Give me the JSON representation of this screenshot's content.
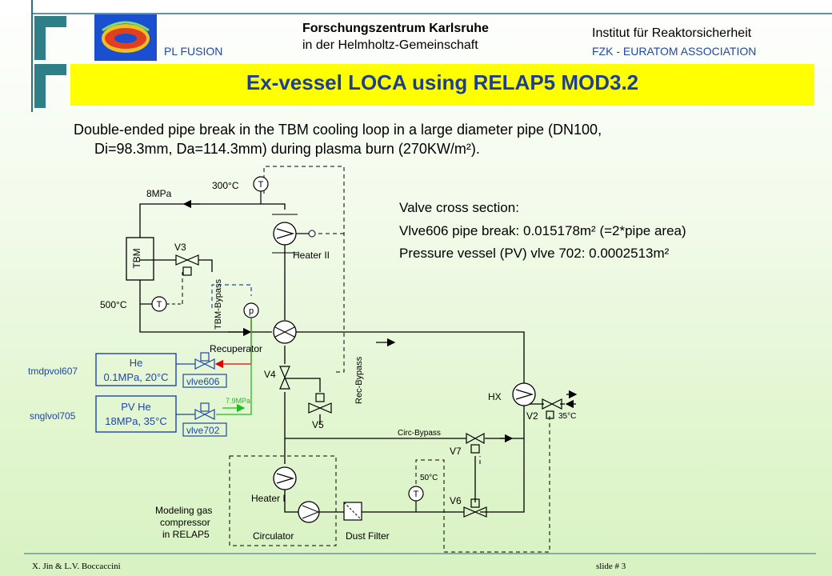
{
  "header": {
    "org_line1": "Forschungszentrum Karlsruhe",
    "org_line2": "in der Helmholtz-Gemeinschaft",
    "institute": "Institut für Reaktorsicherheit",
    "association": "FZK - EURATOM ASSOCIATION",
    "pl_fusion": "PL FUSION"
  },
  "title": "Ex-vessel LOCA using RELAP5 MOD3.2",
  "description": {
    "line1": "Double-ended pipe break in the TBM cooling loop in a large diameter pipe (DN100,",
    "line2": "Di=98.3mm, Da=114.3mm) during plasma burn (270KW/m²)."
  },
  "valve_info": {
    "heading": "Valve cross section:",
    "line1": "Vlve606 pipe break: 0.015178m² (=2*pipe area)",
    "line2": "Pressure vessel (PV) vlve 702: 0.0002513m²"
  },
  "diagram": {
    "pressure_top": "8MPa",
    "temp_top": "300°C",
    "temp_tbm": "500°C",
    "temp_hx": "35°C",
    "temp_filter": "50°C",
    "pressure_pv": "7.9MPa",
    "sensor_t": "T",
    "sensor_p": "p",
    "tbm": "TBM",
    "tbm_bypass": "TBM-Bypass",
    "heater2": "Heater II",
    "recuperator": "Recuperator",
    "rec_bypass": "Rec-Bypass",
    "circ_bypass": "Circ-Bypass",
    "hx": "HX",
    "heater1": "Heater I",
    "circulator": "Circulator",
    "dust_filter": "Dust Filter",
    "model_note_1": "Modeling gas",
    "model_note_2": "compressor",
    "model_note_3": "in RELAP5",
    "valves": [
      "V3",
      "V4",
      "V5",
      "V2",
      "V7",
      "V6",
      "vlve606",
      "vlve702"
    ],
    "tmdp_name": "tmdpvol607",
    "tmdp_line1": "He",
    "tmdp_line2": "0.1MPa, 20°C",
    "sngl_name": "snglvol705",
    "sngl_line1": "PV He",
    "sngl_line2": "18MPa, 35°C"
  },
  "footer": {
    "authors": "X. Jin & L.V. Boccaccini",
    "slide": "slide # 3"
  },
  "colors": {
    "title_bg": "#ffff00",
    "title_text": "#1c3f94",
    "box_blue": "#1f47a5",
    "line_red": "#e00000",
    "line_green": "#22bb22",
    "accent_teal": "#2f7f88"
  }
}
